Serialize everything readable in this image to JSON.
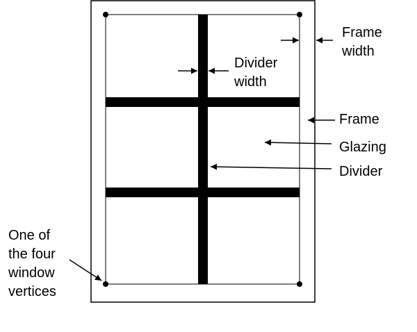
{
  "labels": {
    "frame_width_line1": "Frame",
    "frame_width_line2": "width",
    "divider_width_line1": "Divider",
    "divider_width_line2": "width",
    "frame": "Frame",
    "glazing": "Glazing",
    "divider": "Divider",
    "vertex_line1": "One of",
    "vertex_line2": "the four",
    "vertex_line3": "window",
    "vertex_line4": "vertices"
  },
  "colors": {
    "stroke": "#000000",
    "background": "#ffffff"
  }
}
